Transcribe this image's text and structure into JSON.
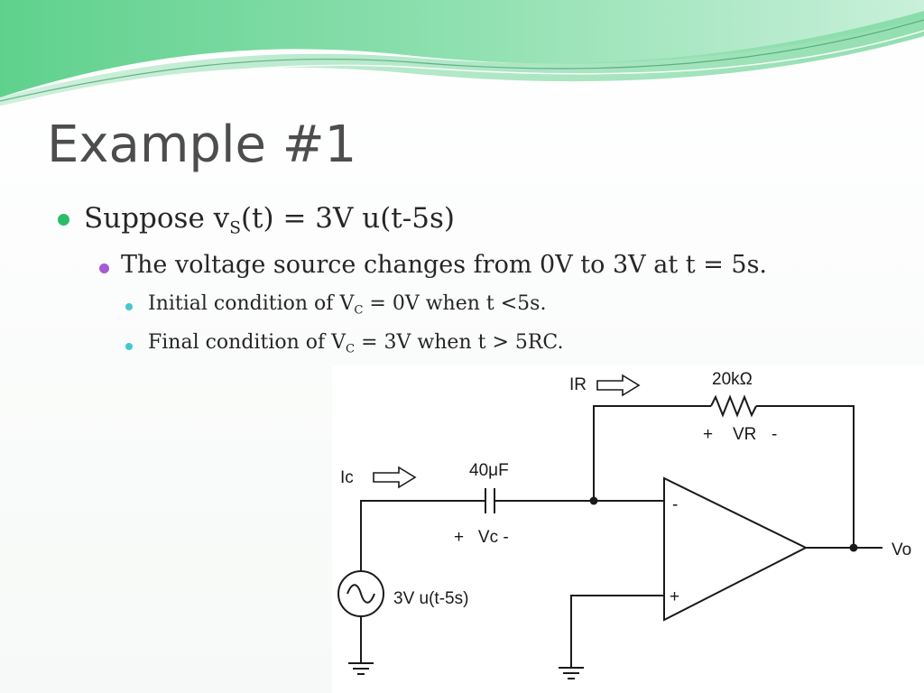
{
  "slide": {
    "title": "Example #1",
    "bullets": [
      {
        "prefix": "Suppose v",
        "sub": "S",
        "suffix": "(t) = 3V u(t-5s)"
      },
      {
        "text": "The voltage source changes from 0V to 3V at t = 5s."
      },
      {
        "prefix": "Initial condition of V",
        "sub": "C",
        "suffix": " = 0V when t <5s."
      },
      {
        "prefix": "Final condition of V",
        "sub": "C",
        "suffix": " = 3V when t > 5RC."
      }
    ],
    "bullet_colors": {
      "level1": "#2dbb6a",
      "level2": "#a35bd3",
      "level3": "#44c7d0"
    }
  },
  "circuit": {
    "resistor_label": "20kΩ",
    "ir_label": "IR",
    "vr_plus": "+",
    "vr_label": "VR",
    "vr_minus": "-",
    "capacitor_label": "40μF",
    "ic_label": "Ic",
    "vc_label": "+   Vc -",
    "source_label": "3V u(t-5s)",
    "opamp_minus": "-",
    "opamp_plus": "+",
    "output_label": "Vo"
  }
}
